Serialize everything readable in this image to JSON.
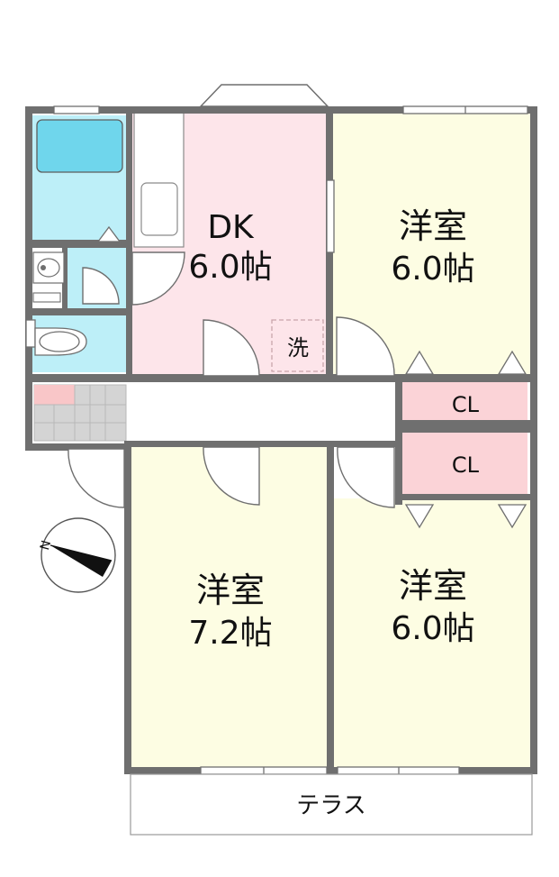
{
  "rooms": {
    "dk": {
      "name": "DK",
      "size": "6.0帖"
    },
    "western_ne": {
      "name": "洋室",
      "size": "6.0帖"
    },
    "western_sw": {
      "name": "洋室",
      "size": "7.2帖"
    },
    "western_se": {
      "name": "洋室",
      "size": "6.0帖"
    }
  },
  "closets": {
    "upper": "CL",
    "lower": "CL"
  },
  "laundry": "洗",
  "terrace": "テラス",
  "compass": {
    "north_letter": "N"
  },
  "colors": {
    "wall": "#6f6f6f",
    "dk_floor": "#fde5ea",
    "western_floor": "#fdfde3",
    "wet_area": "#bdeff8",
    "bathtub": "#6fd6ec",
    "closet_floor": "#fbd3d7",
    "entrance_step": "#f9c6c8",
    "entrance_tile": "#d4d4d4"
  }
}
